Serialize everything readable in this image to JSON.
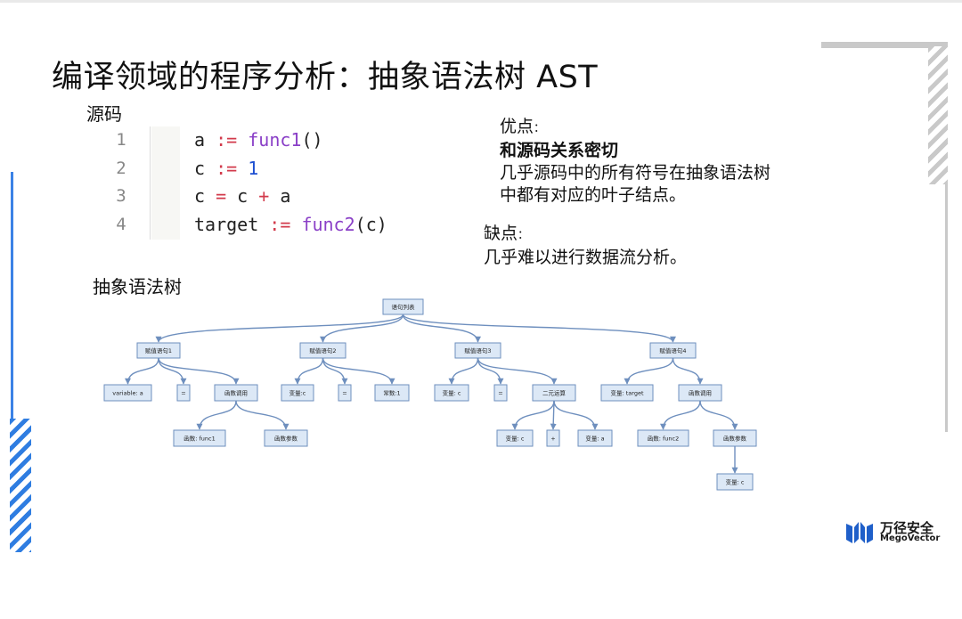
{
  "title": "编译领域的程序分析：抽象语法树 AST",
  "source_label": "源码",
  "code": {
    "line_numbers": [
      "1",
      "2",
      "3",
      "4"
    ],
    "lines": [
      [
        {
          "t": "a",
          "c": "id"
        },
        {
          "t": " ",
          "c": "id"
        },
        {
          "t": ":=",
          "c": "op"
        },
        {
          "t": " ",
          "c": "id"
        },
        {
          "t": "func1",
          "c": "fn"
        },
        {
          "t": "()",
          "c": "pn"
        }
      ],
      [
        {
          "t": "c",
          "c": "id"
        },
        {
          "t": " ",
          "c": "id"
        },
        {
          "t": ":=",
          "c": "op"
        },
        {
          "t": " ",
          "c": "id"
        },
        {
          "t": "1",
          "c": "num"
        }
      ],
      [
        {
          "t": "c",
          "c": "id"
        },
        {
          "t": " ",
          "c": "id"
        },
        {
          "t": "=",
          "c": "op"
        },
        {
          "t": " c ",
          "c": "id"
        },
        {
          "t": "+",
          "c": "op"
        },
        {
          "t": " a",
          "c": "id"
        }
      ],
      [
        {
          "t": "target",
          "c": "id"
        },
        {
          "t": " ",
          "c": "id"
        },
        {
          "t": ":=",
          "c": "op"
        },
        {
          "t": " ",
          "c": "id"
        },
        {
          "t": "func2",
          "c": "fn"
        },
        {
          "t": "(c)",
          "c": "pn"
        }
      ]
    ]
  },
  "pros": {
    "heading": "优点",
    "colon": "：",
    "bold_line": "和源码关系密切",
    "lines": [
      "几乎源码中的所有符号在抽象语法树",
      "中都有对应的叶子结点。"
    ]
  },
  "cons": {
    "heading": "缺点",
    "colon": "：",
    "lines": [
      "几乎难以进行数据流分析。"
    ]
  },
  "ast_label": "抽象语法树",
  "tree": {
    "nodes": [
      {
        "id": "root",
        "label": "语句列表"
      },
      {
        "id": "s1",
        "label": "赋值语句1"
      },
      {
        "id": "s2",
        "label": "赋值语句2"
      },
      {
        "id": "s3",
        "label": "赋值语句3"
      },
      {
        "id": "s4",
        "label": "赋值语句4"
      },
      {
        "id": "s1a",
        "label": "variable: a"
      },
      {
        "id": "s1eq",
        "label": "="
      },
      {
        "id": "s1call",
        "label": "函数调用"
      },
      {
        "id": "s1fn",
        "label": "函数: func1"
      },
      {
        "id": "s1args",
        "label": "函数参数"
      },
      {
        "id": "s2c",
        "label": "变量:c"
      },
      {
        "id": "s2eq",
        "label": "="
      },
      {
        "id": "s2k",
        "label": "常数:1"
      },
      {
        "id": "s3c",
        "label": "变量: c"
      },
      {
        "id": "s3eq",
        "label": "="
      },
      {
        "id": "s3bin",
        "label": "二元运算"
      },
      {
        "id": "s3l",
        "label": "变量: c"
      },
      {
        "id": "s3op",
        "label": "+"
      },
      {
        "id": "s3r",
        "label": "变量: a"
      },
      {
        "id": "s4t",
        "label": "变量: target"
      },
      {
        "id": "s4call",
        "label": "函数调用"
      },
      {
        "id": "s4fn",
        "label": "函数: func2"
      },
      {
        "id": "s4args",
        "label": "函数参数"
      },
      {
        "id": "s4c",
        "label": "变量: c"
      }
    ],
    "edges": [
      [
        "root",
        "s1"
      ],
      [
        "root",
        "s2"
      ],
      [
        "root",
        "s3"
      ],
      [
        "root",
        "s4"
      ],
      [
        "s1",
        "s1a"
      ],
      [
        "s1",
        "s1eq"
      ],
      [
        "s1",
        "s1call"
      ],
      [
        "s1call",
        "s1fn"
      ],
      [
        "s1call",
        "s1args"
      ],
      [
        "s2",
        "s2c"
      ],
      [
        "s2",
        "s2eq"
      ],
      [
        "s2",
        "s2k"
      ],
      [
        "s3",
        "s3c"
      ],
      [
        "s3",
        "s3eq"
      ],
      [
        "s3",
        "s3bin"
      ],
      [
        "s3bin",
        "s3l"
      ],
      [
        "s3bin",
        "s3op"
      ],
      [
        "s3bin",
        "s3r"
      ],
      [
        "s4",
        "s4t"
      ],
      [
        "s4",
        "s4call"
      ],
      [
        "s4call",
        "s4fn"
      ],
      [
        "s4call",
        "s4args"
      ],
      [
        "s4args",
        "s4c"
      ]
    ]
  },
  "logo": {
    "name": "万径安全",
    "en": "MegoVector",
    "color": "#1f5fc9"
  },
  "accent_colors": {
    "left": "#2f7de1",
    "right": "#c9c9c9"
  }
}
